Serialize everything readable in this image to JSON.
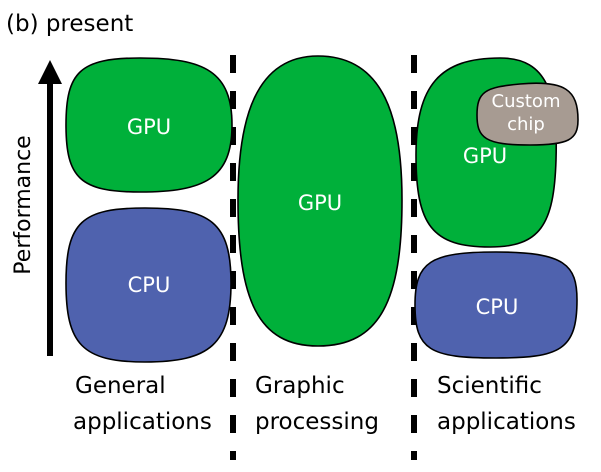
{
  "title": "(b) present",
  "axis": {
    "label": "Performance",
    "direction": "up"
  },
  "colors": {
    "gpu": "#00B03A",
    "cpu": "#4F62AE",
    "custom_chip": "#A79B92",
    "divider": "#000000",
    "label_text": "#FFFFFF"
  },
  "columns": [
    {
      "name": "general-applications",
      "label_lines": [
        "General",
        "applications"
      ],
      "blocks": [
        {
          "type": "gpu",
          "label": "GPU"
        },
        {
          "type": "cpu",
          "label": "CPU"
        }
      ]
    },
    {
      "name": "graphic-processing",
      "label_lines": [
        "Graphic",
        "processing"
      ],
      "blocks": [
        {
          "type": "gpu",
          "label": "GPU"
        }
      ]
    },
    {
      "name": "scientific-applications",
      "label_lines": [
        "Scientific",
        "applications"
      ],
      "blocks": [
        {
          "type": "gpu",
          "label": "GPU"
        },
        {
          "type": "custom_chip",
          "label_lines": [
            "Custom",
            "chip"
          ]
        },
        {
          "type": "cpu",
          "label": "CPU"
        }
      ]
    }
  ]
}
